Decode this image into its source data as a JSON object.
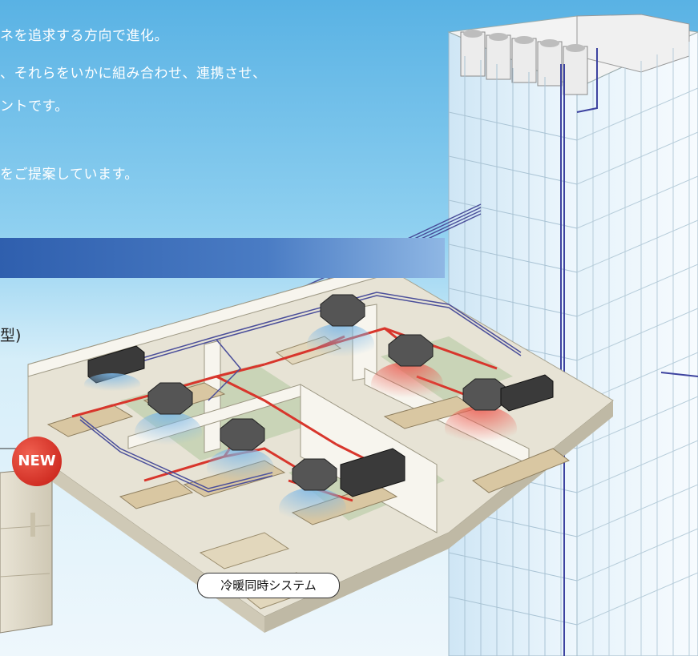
{
  "intro": {
    "line1": "ネを追求する方向で進化。",
    "line2": "、それらをいかに組み合わせ、連携させ、",
    "line3": "ントです。",
    "line4": "をご提案しています。"
  },
  "product": {
    "partial_label": "型)",
    "new_badge": "NEW"
  },
  "diagram": {
    "system_label": "冷暖同時システム"
  },
  "colors": {
    "sky": "#6fc0e8",
    "banner": "#2f5fae",
    "refrigerant_pipe": "#d8362c",
    "duct_pipe": "#4a4e9a",
    "badge": "#d4231a"
  }
}
